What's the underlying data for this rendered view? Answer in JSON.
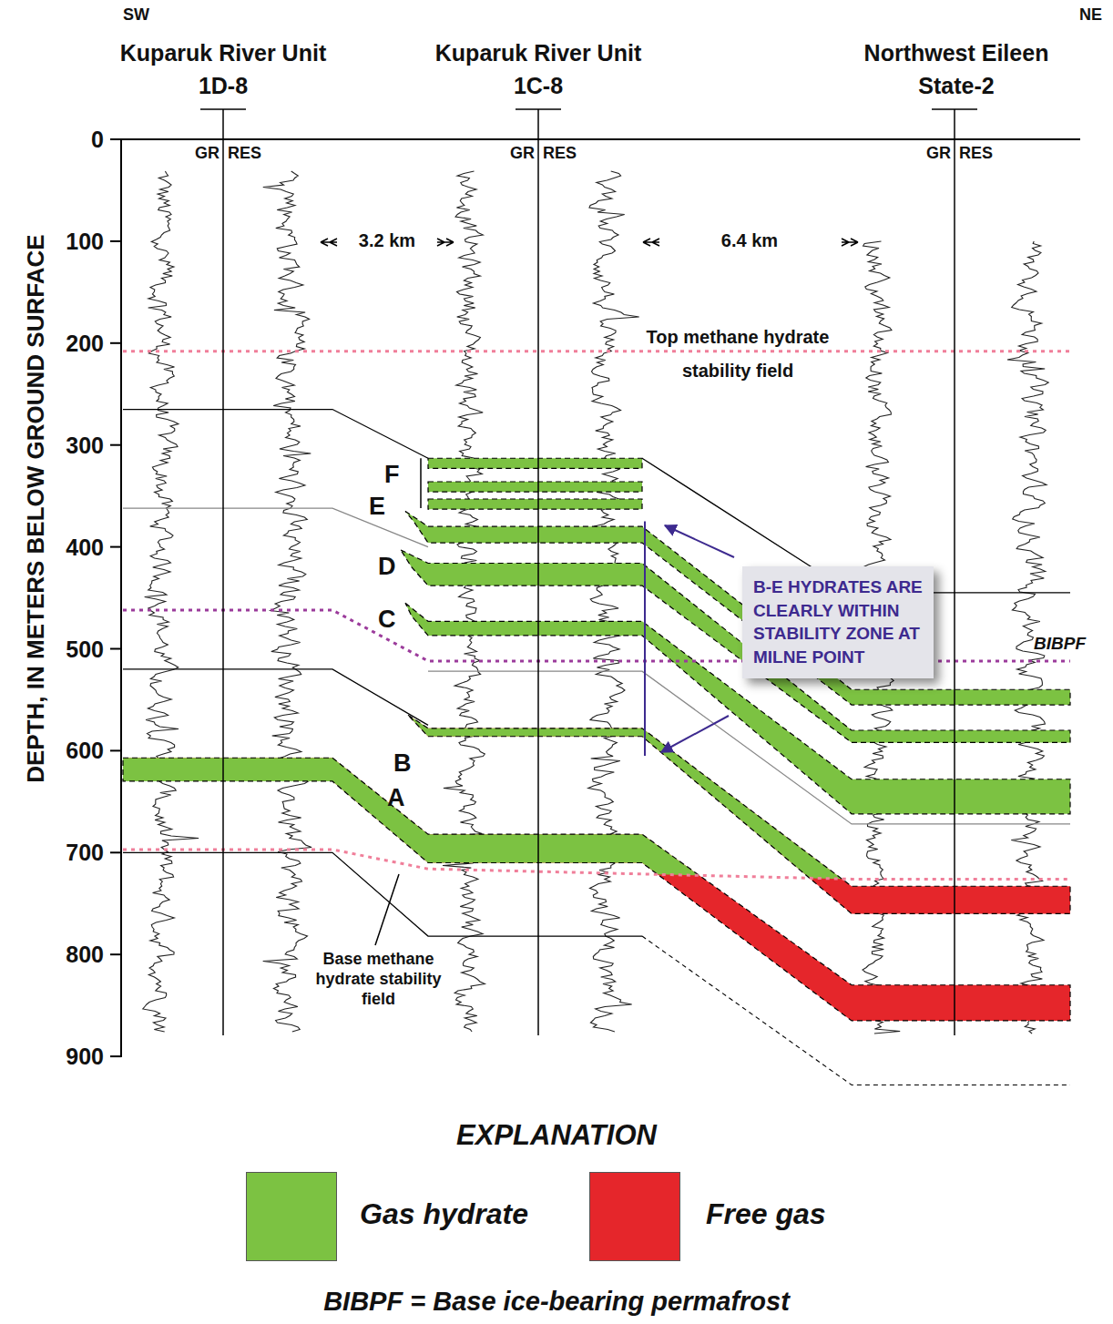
{
  "diagram": {
    "nodes": [
      {
        "text": [
          "B-E HYDRATES ARE CLEARLY WITHIN STABILITY ZONE AT MILNE POINT"
        ]
      }
    ],
    "labels": [
      "SW",
      "NE",
      "Kuparuk River Unit 1D-8",
      "Kuparuk River Unit 1C-8",
      "Northwest Eileen State-2",
      "0",
      "100",
      "200",
      "300",
      "400",
      "500",
      "600",
      "700",
      "800",
      "900",
      "DEPTH, IN METERS BELOW GROUND SURFACE",
      "GR",
      "RES",
      "GR",
      "RES",
      "GR",
      "RES",
      "3.2 km",
      "6.4 km",
      "Top methane hydrate stability field",
      "F",
      "E",
      "D",
      "C",
      "B",
      "A",
      "BIBPF",
      "Base methane hydrate stability field",
      "EXPLANATION",
      "BIBPF = Base ice-bearing permafrost"
    ],
    "legend": [
      {
        "text": "Gas hydrate",
        "color": "#7cc242"
      },
      {
        "text": "Free gas",
        "color": "#e5262b"
      }
    ]
  }
}
